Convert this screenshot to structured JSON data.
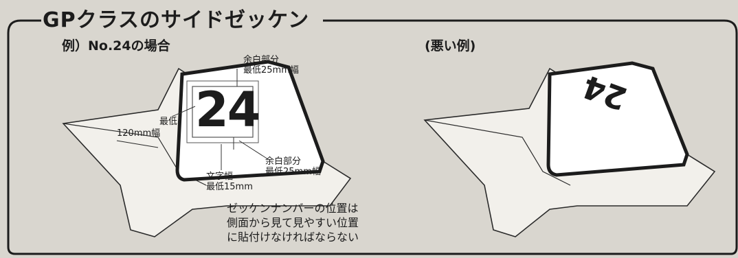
{
  "title": "GPクラスのサイドゼッケン",
  "example_label": "例）No.24の場合",
  "bad_example_label": "(悪い例)",
  "number": "24",
  "annotations": {
    "margin_top": [
      "余白部分",
      "最低25mm幅"
    ],
    "height": [
      "最低",
      "120mm幅"
    ],
    "margin_bottom": [
      "余白部分",
      "最低25mm幅"
    ],
    "stroke_width": [
      "文字幅",
      "最低15mm"
    ]
  },
  "caption": [
    "ゼッケンナンバーの位置は",
    "側面から見て見やすい位置",
    "に貼付けなければならない"
  ],
  "colors": {
    "background": "#d9d6cf",
    "ink": "#1c1c1c",
    "panel": "#ffffff"
  }
}
